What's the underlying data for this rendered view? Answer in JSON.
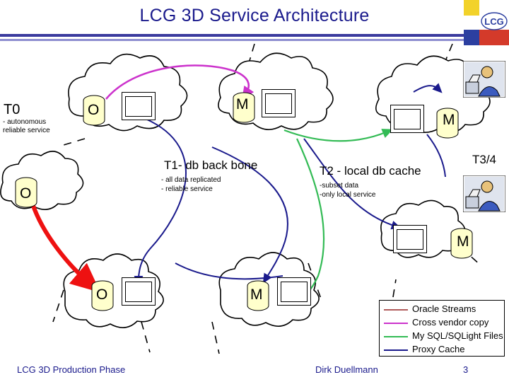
{
  "slide": {
    "title": "LCG 3D Service Architecture",
    "footer_left": "LCG 3D Production Phase",
    "footer_center": "Dirk Duellmann",
    "footer_page": "3"
  },
  "labels": {
    "t0": "T0",
    "t0_sub": "- autonomous\nreliable service",
    "t1_heading": "T1- db back bone",
    "t1_sub": "- all data replicated\n- reliable service",
    "t2_heading": "T2 - local db cache",
    "t2_sub": "-subset data\n-only local service",
    "t34": "T3/4"
  },
  "nodes": [
    {
      "id": "t0-oracle",
      "label": "O",
      "kind": "database"
    },
    {
      "id": "t1-mysql-top",
      "label": "M",
      "kind": "database"
    },
    {
      "id": "t2-mysql-right",
      "label": "M",
      "kind": "database"
    },
    {
      "id": "t0-oracle-left",
      "label": "O",
      "kind": "database"
    },
    {
      "id": "t2-mysql-mid",
      "label": "M",
      "kind": "database"
    },
    {
      "id": "t1-oracle-bottom",
      "label": "O",
      "kind": "database"
    },
    {
      "id": "t1-mysql-bottom",
      "label": "M",
      "kind": "database"
    }
  ],
  "legend": {
    "items": [
      {
        "label": "Oracle Streams",
        "color": "#b05a5a"
      },
      {
        "label": "Cross vendor copy",
        "color": "#cc33cc"
      },
      {
        "label": "My SQL/SQLight Files",
        "color": "#33bb55"
      },
      {
        "label": "Proxy Cache",
        "color": "#1a1a8c"
      }
    ]
  },
  "colors": {
    "title": "#1a1a8c",
    "rule_dark": "#3b3b9e",
    "rule_light": "#8f8fd0",
    "cloud_outline": "#000000",
    "db_fill": "#ffffcc",
    "arrow_red": "#ee1111",
    "arrow_magenta": "#cc33cc",
    "arrow_green": "#33bb55",
    "arrow_blue": "#1a1a8c"
  }
}
